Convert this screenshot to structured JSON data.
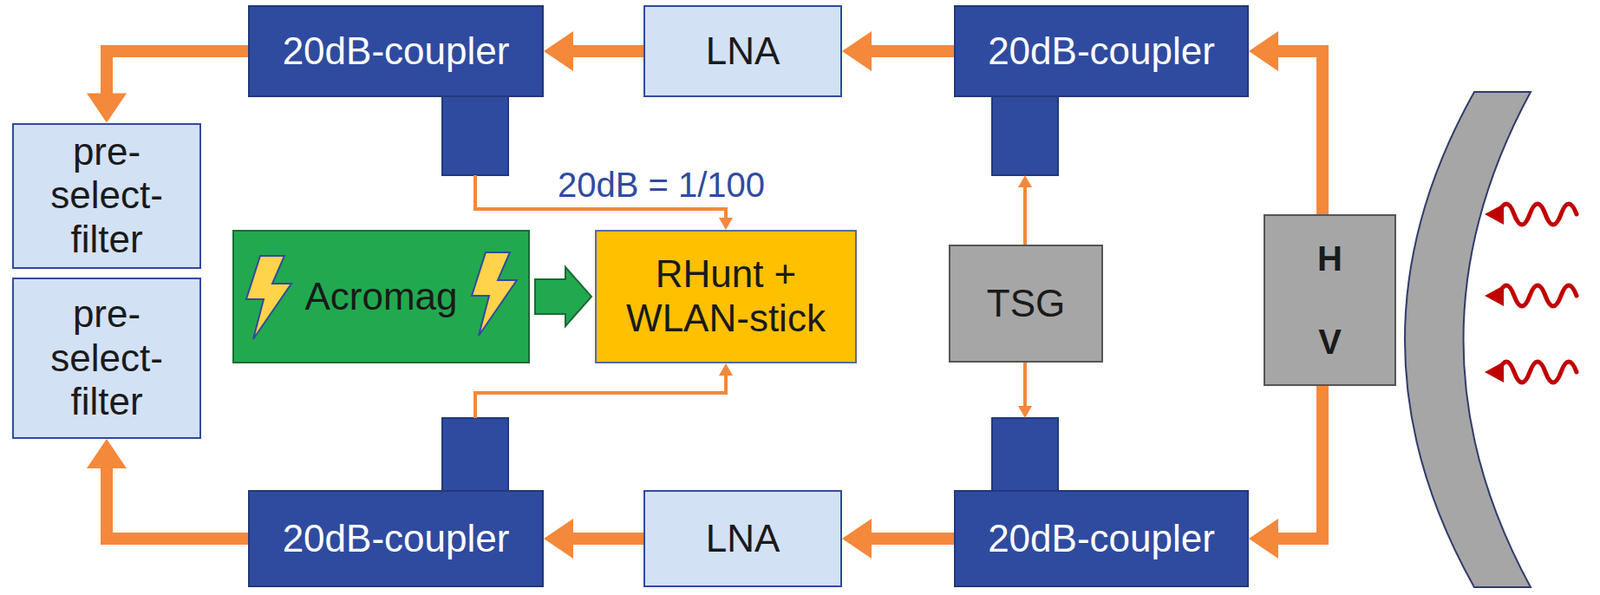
{
  "diagram": {
    "nodes": [
      {
        "text": [
          "20dB-coupler"
        ]
      },
      {
        "text": [
          "LNA"
        ]
      },
      {
        "text": [
          "20dB-coupler"
        ]
      },
      {
        "text": [
          "pre- select- filter"
        ]
      },
      {
        "text": [
          "pre- select- filter"
        ]
      },
      {
        "text": [
          "Acromag"
        ]
      },
      {
        "text": [
          "RHunt + WLAN-stick"
        ]
      },
      {
        "text": [
          "TSG"
        ]
      },
      {
        "text": [
          "H",
          "V"
        ]
      },
      {
        "text": [
          "20dB-coupler"
        ]
      },
      {
        "text": [
          "LNA"
        ]
      },
      {
        "text": [
          "20dB-coupler"
        ]
      }
    ],
    "edges": [
      {
        "from": 8,
        "to": 2,
        "arrow": "to"
      },
      {
        "from": 2,
        "to": 1,
        "arrow": "to"
      },
      {
        "from": 1,
        "to": 0,
        "arrow": "to"
      },
      {
        "from": 0,
        "to": 3,
        "arrow": "to"
      },
      {
        "from": 0,
        "to": 6,
        "label": "20dB = 1/100",
        "arrow": "to"
      },
      {
        "from": 5,
        "to": 6,
        "arrow": "to"
      },
      {
        "from": 7,
        "to": 2,
        "arrow": "to"
      },
      {
        "from": 7,
        "to": 11,
        "arrow": "to"
      },
      {
        "from": 8,
        "to": 11,
        "arrow": "to"
      },
      {
        "from": 11,
        "to": 10,
        "arrow": "to"
      },
      {
        "from": 10,
        "to": 9,
        "arrow": "to"
      },
      {
        "from": 9,
        "to": 4,
        "arrow": "to"
      },
      {
        "from": 9,
        "to": 6,
        "arrow": "to"
      }
    ]
  }
}
